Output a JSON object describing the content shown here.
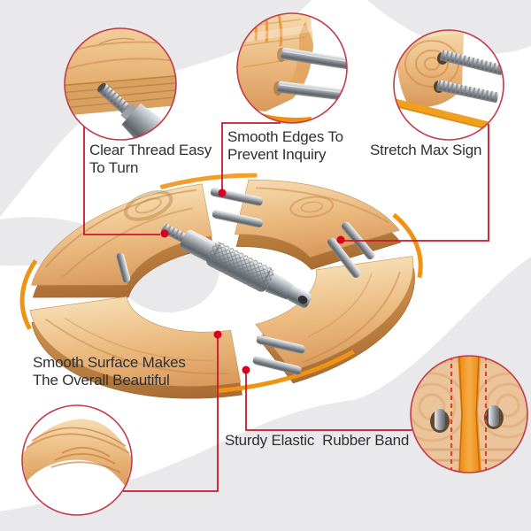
{
  "callouts": [
    {
      "id": "thread",
      "label": "Clear Thread Easy\nTo Turn",
      "photo": "screw-thread-closeup"
    },
    {
      "id": "edges",
      "label": "Smooth Edges To\nPrevent Inquiry",
      "photo": "smooth-edge-and-rods-closeup"
    },
    {
      "id": "stretch-max",
      "label": "Stretch Max Sign",
      "photo": "stretch-max-band-closeup"
    },
    {
      "id": "surface",
      "label": "Smooth Surface Makes\nThe Overall Beautiful",
      "photo": "smooth-wood-surface-closeup"
    },
    {
      "id": "rubber-band",
      "label": "Sturdy Elastic  Rubber Band",
      "photo": "elastic-rubber-band-closeup"
    }
  ],
  "colors": {
    "accent_red": "#c8192e",
    "dot_red": "#d6001f",
    "circle_border": "#c33b4a",
    "wood_light": "#f6dcb0",
    "wood_mid": "#eab77c",
    "wood_dark": "#d9995b",
    "metal_gray": "#9aa0a6",
    "band_orange": "#ef9314",
    "background_gray": "#e9e9eb",
    "text_dark": "#303030"
  }
}
